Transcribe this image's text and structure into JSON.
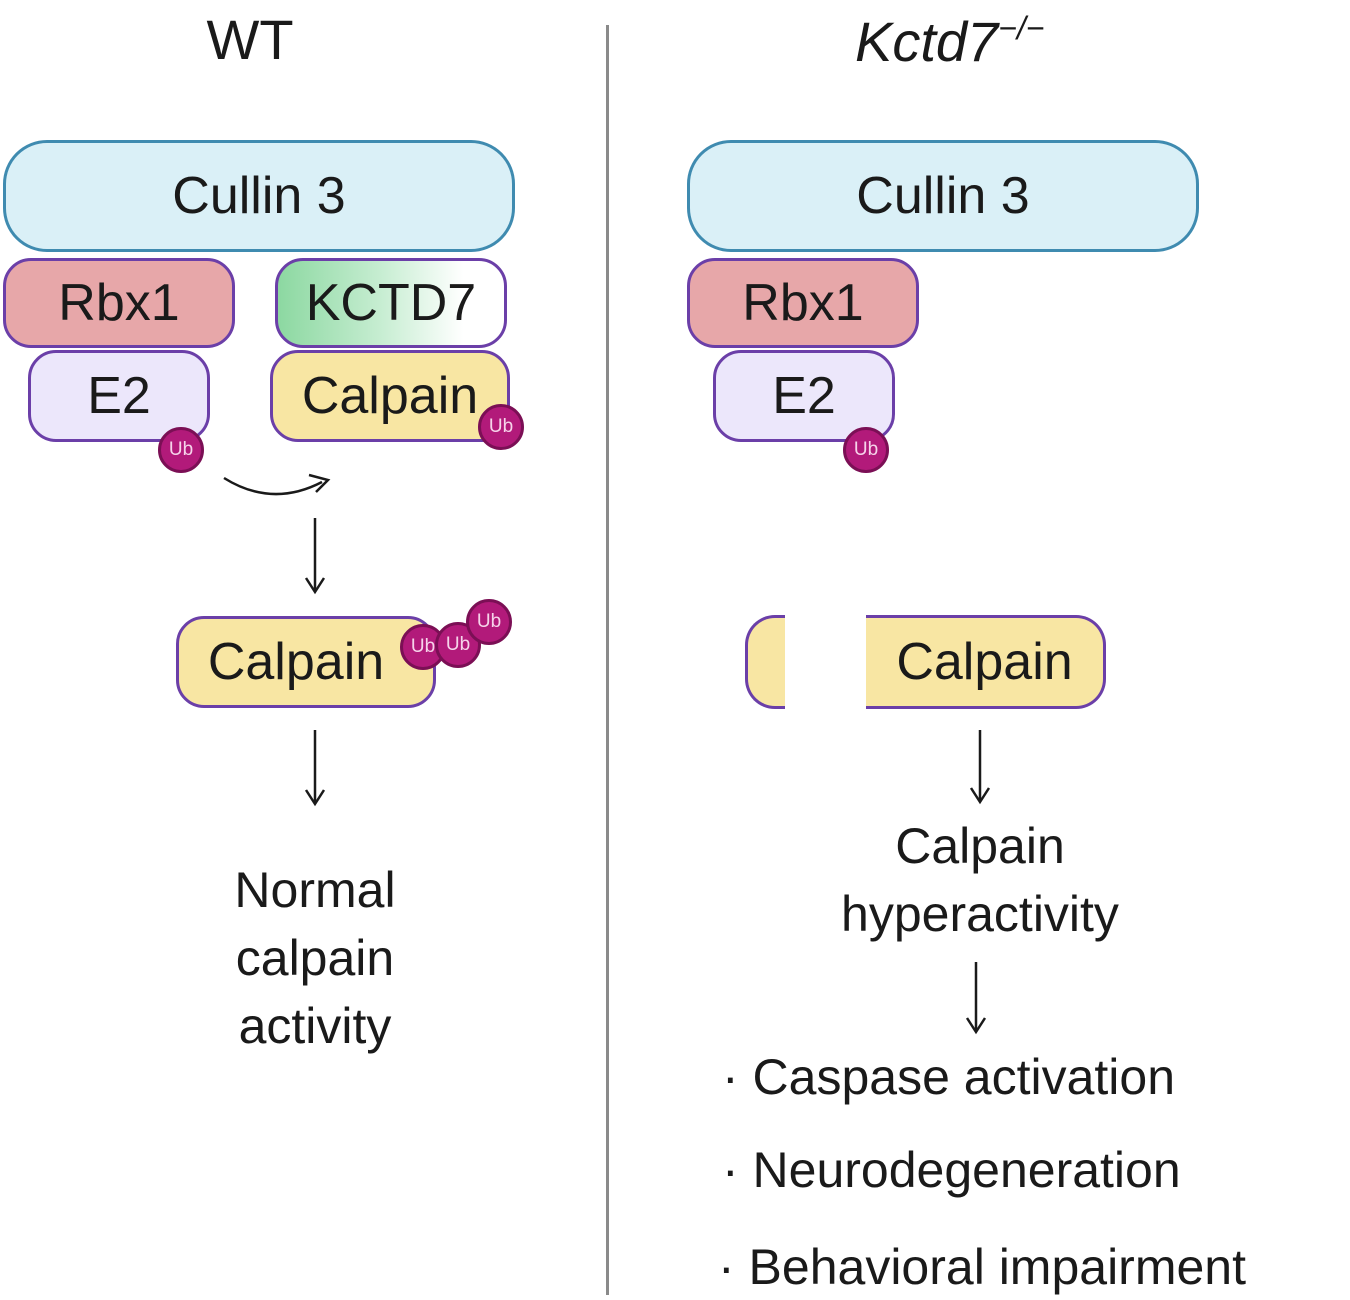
{
  "wt": {
    "title": "WT",
    "cullin": "Cullin 3",
    "rbx1": "Rbx1",
    "kctd7": "KCTD7",
    "e2": "E2",
    "calpain_bound": "Calpain",
    "calpain_ubiquitinated": "Calpain",
    "ub_label": "Ub",
    "outcome": [
      "Normal",
      "calpain",
      "activity"
    ]
  },
  "ko": {
    "title_main": "Kctd7",
    "title_super": "−/−",
    "cullin": "Cullin 3",
    "rbx1": "Rbx1",
    "e2": "E2",
    "ub_label": "Ub",
    "calpain": "Calpain",
    "outcome": [
      "Calpain",
      "hyperactivity"
    ],
    "consequences": [
      "Caspase activation",
      "Neurodegeneration",
      "Behavioral impairment"
    ]
  },
  "colors": {
    "cullin_fill": "#daf0f7",
    "rbx1_fill": "#e7a7a9",
    "e2_fill": "#ece7fb",
    "kctd7_fill": "#8cd8a1",
    "calpain_fill": "#f8e6a3",
    "ub_fill": "#b21a7a",
    "box_border": "#6b3fa8"
  }
}
